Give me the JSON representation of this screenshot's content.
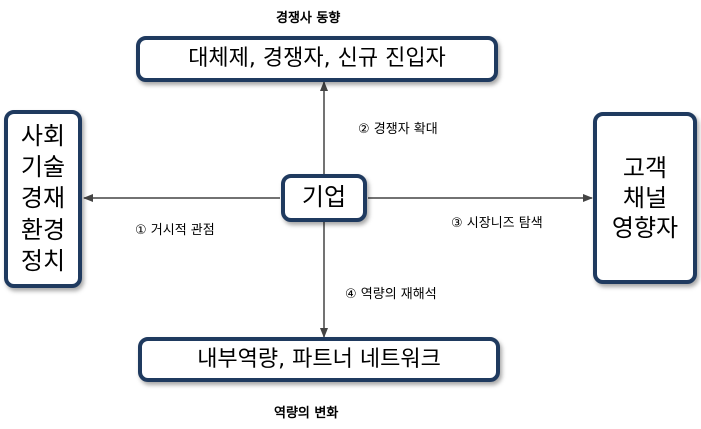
{
  "top_caption": "경쟁사 동향",
  "bottom_caption": "역량의 변화",
  "center_box": "기업",
  "top_box": "대체제, 경쟁자, 신규 진입자",
  "bottom_box": "내부역량, 파트너 네트워크",
  "left_box": [
    "사회",
    "기술",
    "경재",
    "환경",
    "정치"
  ],
  "right_box": [
    "고객",
    "채널",
    "영향자"
  ],
  "arrow_labels": {
    "up": "② 경쟁자 확대",
    "left": "① 거시적 관점",
    "right": "③ 시장니즈 탐색",
    "down": "④ 역량의 재해석"
  },
  "colors": {
    "box_border": "#1f3a5f",
    "arrow": "#444444"
  }
}
